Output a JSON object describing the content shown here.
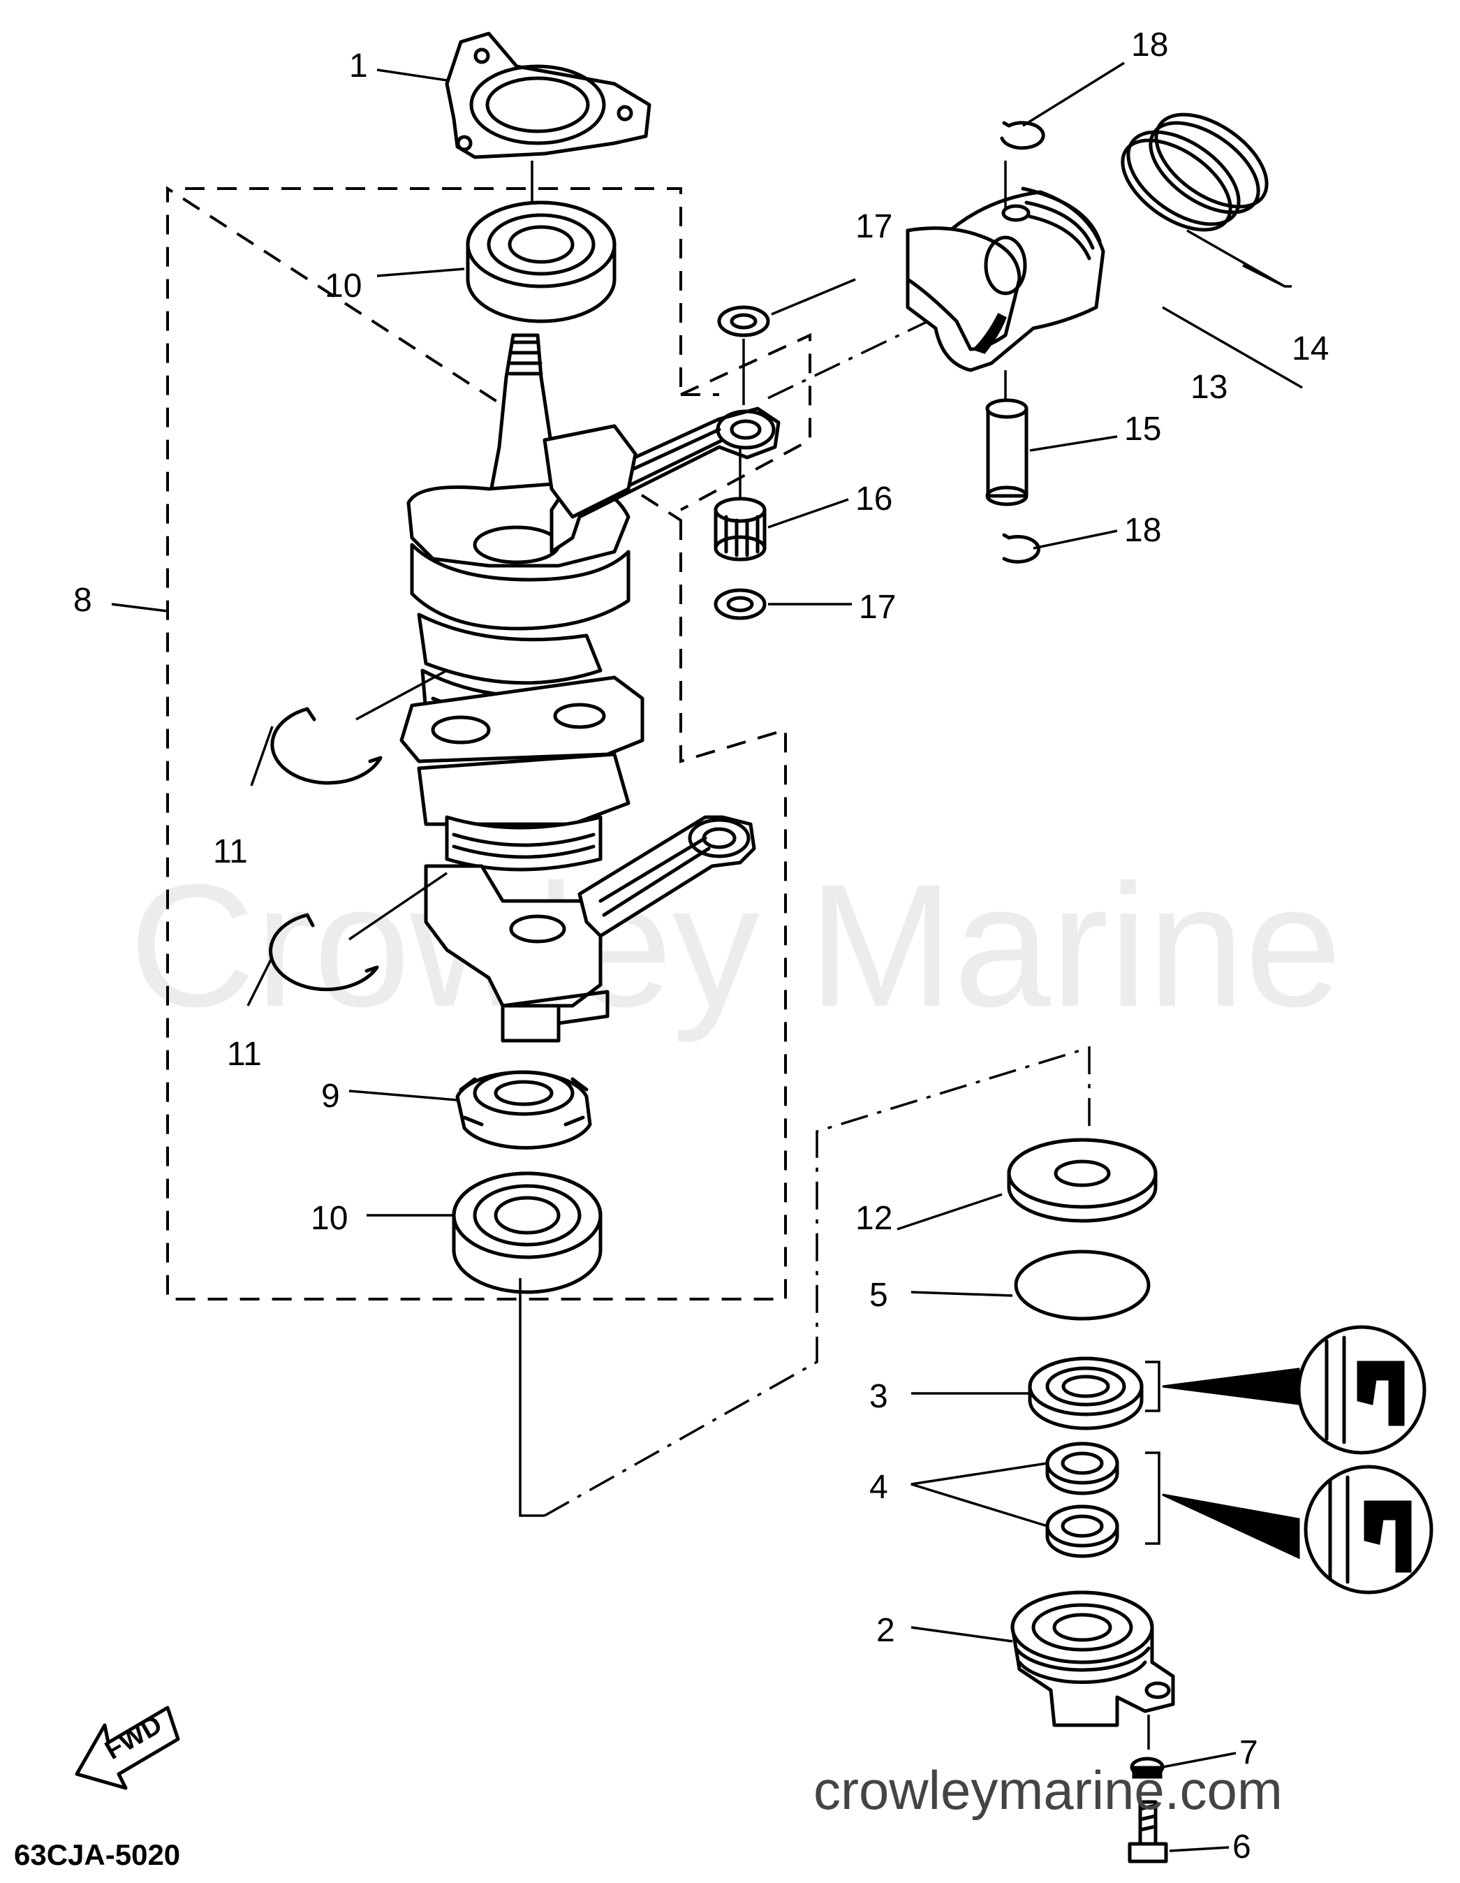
{
  "diagram": {
    "diagram_code": "63CJA-5020",
    "watermark": "Crowley Marine",
    "website": "crowleymarine.com",
    "direction_label": "FWD",
    "callouts": {
      "c1": "1",
      "c2": "2",
      "c3": "3",
      "c4": "4",
      "c5": "5",
      "c6": "6",
      "c7": "7",
      "c8": "8",
      "c9": "9",
      "c10a": "10",
      "c10b": "10",
      "c11a": "11",
      "c11b": "11",
      "c12": "12",
      "c13": "13",
      "c14": "14",
      "c15": "15",
      "c16": "16",
      "c17a": "17",
      "c17b": "17",
      "c18a": "18",
      "c18b": "18"
    }
  }
}
